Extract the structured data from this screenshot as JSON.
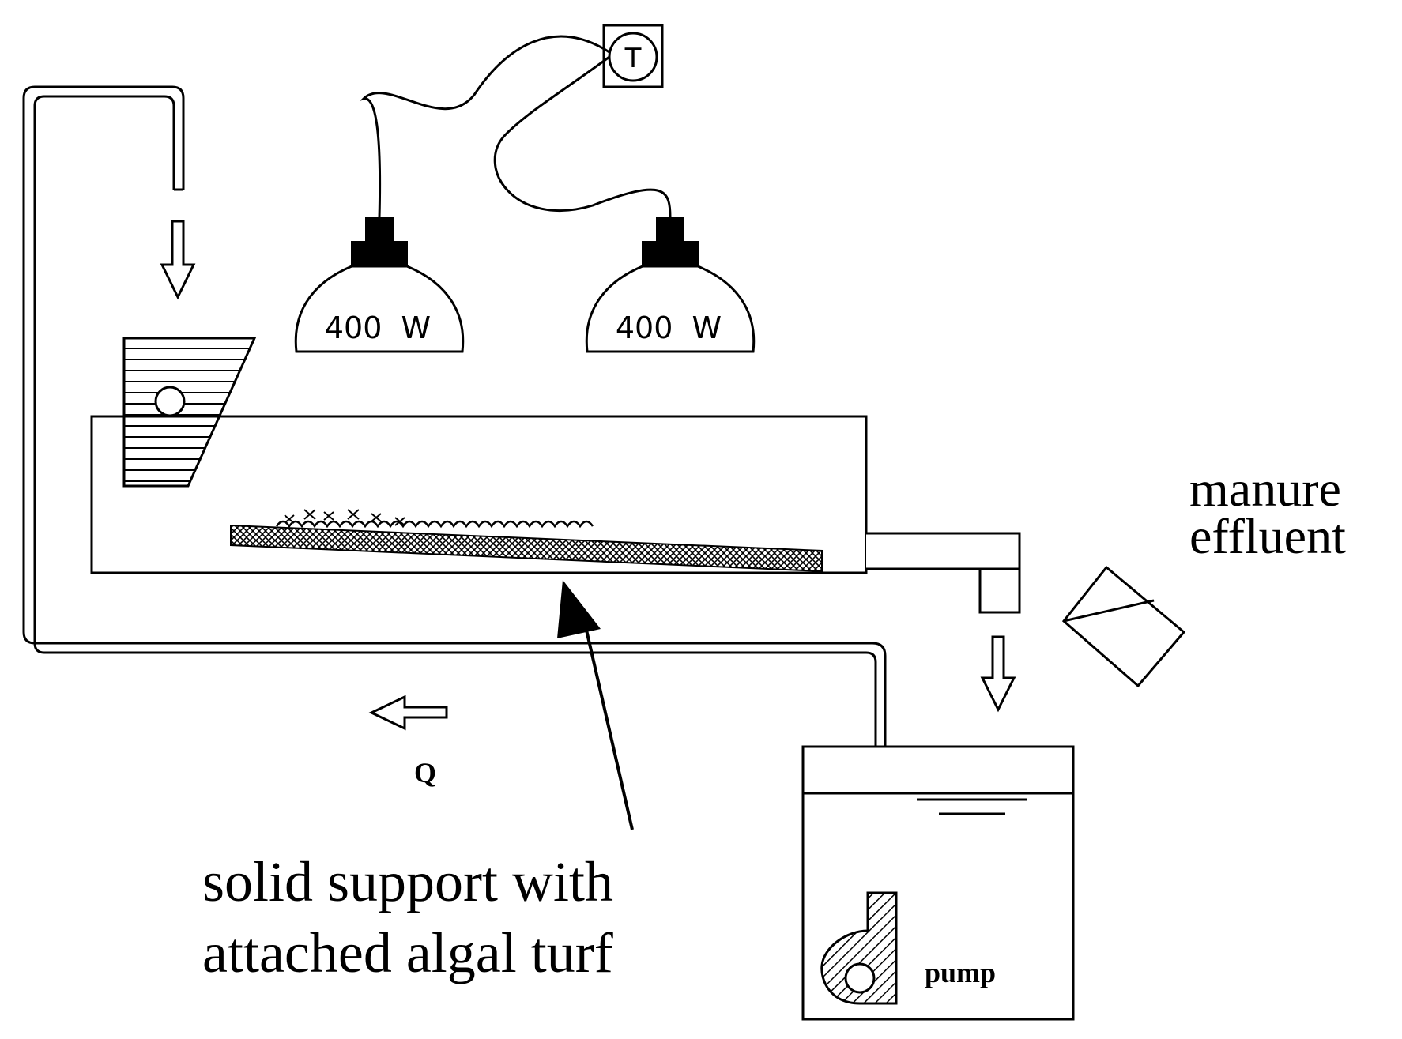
{
  "labels": {
    "thermostat": "T",
    "lamp_left": "400  W",
    "lamp_right": "400  W",
    "effluent_line1": "manure",
    "effluent_line2": "effluent",
    "flow": "Q",
    "support_line1": "solid support with",
    "support_line2": "attached algal turf",
    "pump": "pump"
  },
  "colors": {
    "line": "#000000",
    "background": "#ffffff"
  }
}
